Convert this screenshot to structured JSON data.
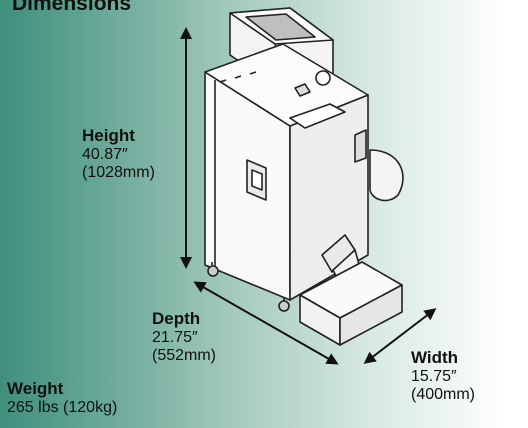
{
  "title": "Dimensions",
  "height": {
    "label": "Height",
    "imperial": "40.87″",
    "metric": "(1028mm)"
  },
  "depth": {
    "label": "Depth",
    "imperial": "21.75″",
    "metric": "(552mm)"
  },
  "width": {
    "label": "Width",
    "imperial": "15.75″",
    "metric": "(400mm)"
  },
  "weight": {
    "label": "Weight",
    "value": "265 lbs (120kg)"
  }
}
